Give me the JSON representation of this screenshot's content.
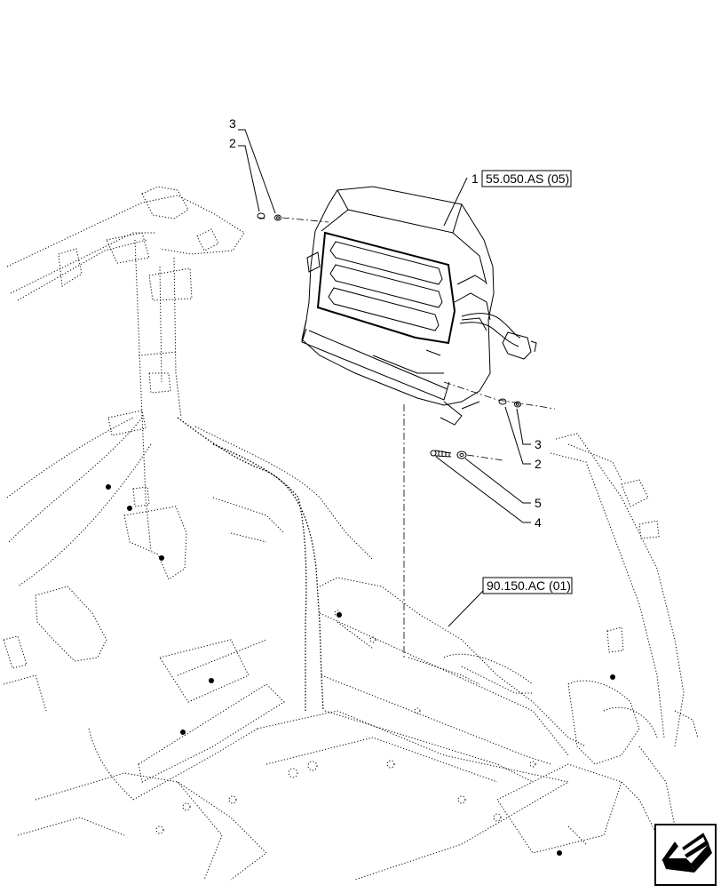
{
  "callouts": [
    {
      "id": "c3a",
      "label": "3"
    },
    {
      "id": "c2a",
      "label": "2"
    },
    {
      "id": "c1",
      "label": "1"
    },
    {
      "id": "c3b",
      "label": "3"
    },
    {
      "id": "c2b",
      "label": "2"
    },
    {
      "id": "c5",
      "label": "5"
    },
    {
      "id": "c4",
      "label": "4"
    }
  ],
  "references": [
    {
      "id": "ref1",
      "label": "55.050.AS (05)"
    },
    {
      "id": "ref2",
      "label": "90.150.AC (01)"
    }
  ],
  "icons": [
    "navigation-arrow-icon"
  ]
}
